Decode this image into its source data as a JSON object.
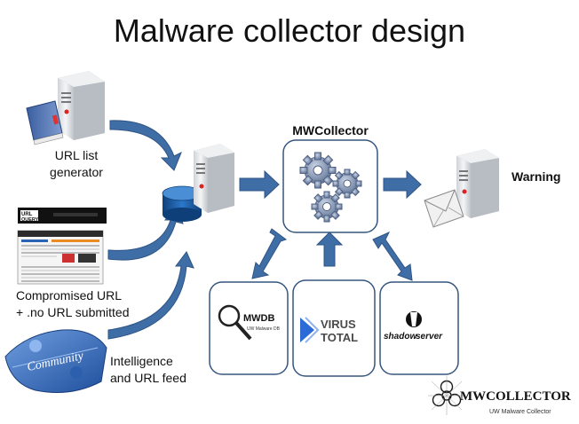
{
  "title": "Malware collector design",
  "labels": {
    "url_list_generator": "URL list\ngenerator",
    "compromised_url": "Compromised URL\n+ .no URL submitted",
    "intelligence": "Intelligence\nand URL feed",
    "mwcollector": "MWCollector",
    "warning": "Warning"
  },
  "logos": {
    "mwdb": "MWDB",
    "mwdb_sub": "UW Malware DB",
    "virus": "VIRUS",
    "total": "TOTAL",
    "shadowserver_a": "shadow",
    "shadowserver_b": "server",
    "urlquery_a": "URL",
    "urlquery_b": "QUERY",
    "community": "Community",
    "brand": "MWCOLLECTOR",
    "brand_sub": "UW Malware Collector"
  },
  "colors": {
    "arrow": "#3F6EA6",
    "arrow_stroke": "#2E5485",
    "box_border": "#35567E",
    "server_body": "#E3E3E3",
    "db_blue": "#1F5FA8",
    "gear": "#7F93B3"
  }
}
